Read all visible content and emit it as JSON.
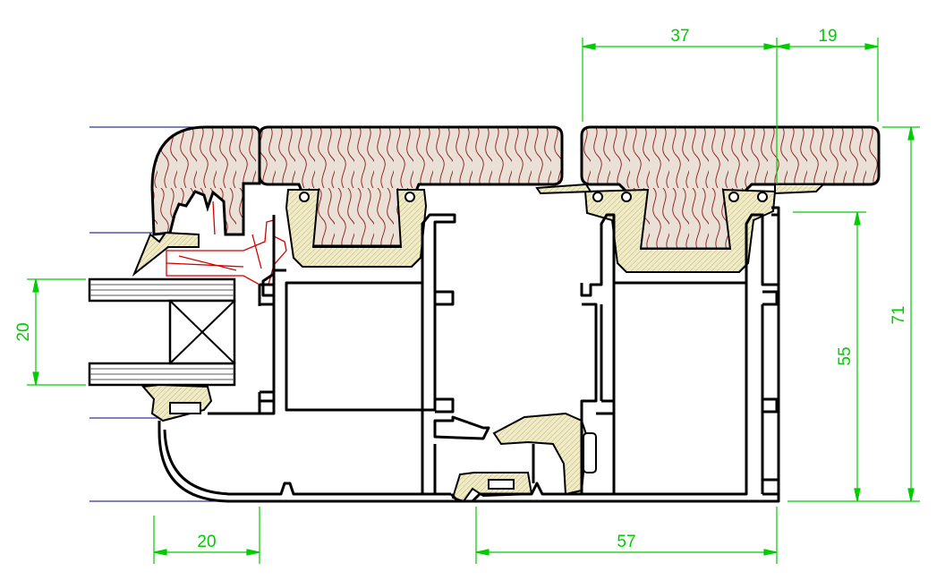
{
  "colors": {
    "background": "#ffffff",
    "outline": "#000000",
    "dimension": "#00cc00",
    "guide": "#000080",
    "wood_fill": "#ebe0d6",
    "wood_grain": "#8b1a1a",
    "gasket_fill": "#f0ebc4",
    "seal_red": "#d40000",
    "glass_line": "#555555"
  },
  "dimensions": {
    "top_left_width": "37",
    "top_right_width": "19",
    "total_height": "71",
    "inner_height": "55",
    "glass_thickness": "20",
    "bottom_left_width": "20",
    "bottom_right_width": "57"
  },
  "parts": {
    "wood_cladding_left": "wood-cladding-sash",
    "wood_cladding_center": "wood-cladding-sash-top",
    "wood_cladding_right": "wood-cladding-frame",
    "glazing": "double-glazing-unit",
    "aluminium_profile": "aluminium-profile"
  }
}
